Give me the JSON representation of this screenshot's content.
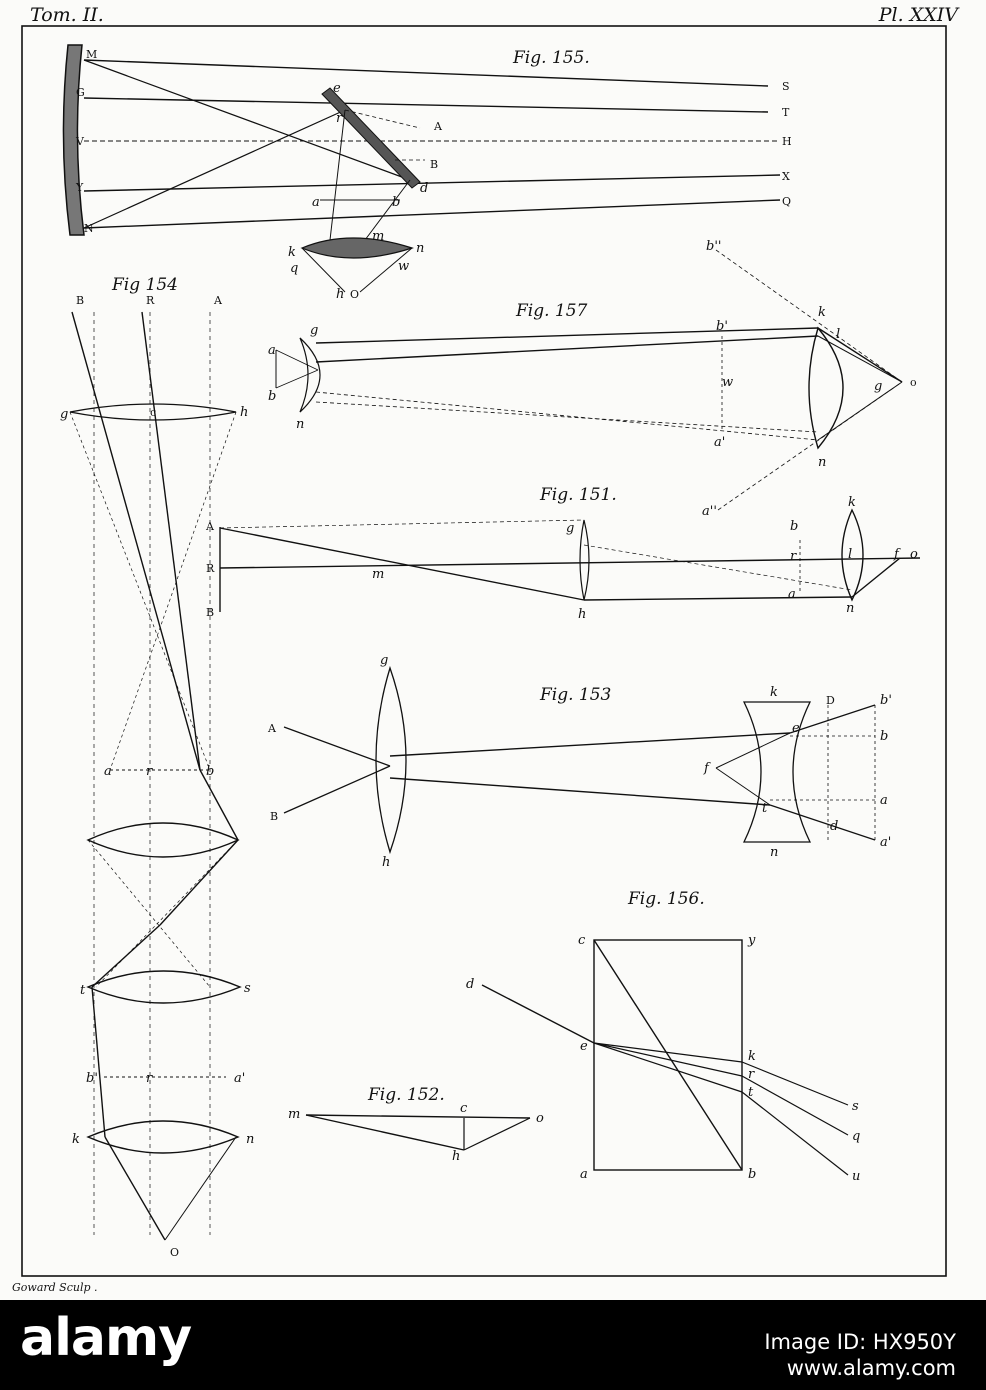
{
  "plate": {
    "header_left": "Tom. II.",
    "header_right": "Pl. XXIV",
    "engraver": "Goward Sculp ."
  },
  "figures": {
    "fig155": {
      "title": "Fig. 155.",
      "labels": [
        "M",
        "G",
        "V",
        "Y",
        "N",
        "S",
        "T",
        "H",
        "X",
        "Q",
        "e",
        "r",
        "A",
        "B",
        "d",
        "a",
        "b",
        "k",
        "n",
        "q",
        "w",
        "m",
        "h",
        "O"
      ]
    },
    "fig154": {
      "title": "Fig 154",
      "labels": [
        "B",
        "R",
        "A",
        "g",
        "c",
        "h",
        "a",
        "r",
        "b",
        "t",
        "s",
        "b'",
        "r",
        "a'",
        "k",
        "n",
        "O"
      ]
    },
    "fig157": {
      "title": "Fig. 157",
      "labels": [
        "b''",
        "g",
        "a",
        "b",
        "n",
        "b'",
        "w",
        "a'",
        "k",
        "l",
        "g",
        "o",
        "n",
        "a''"
      ]
    },
    "fig151": {
      "title": "Fig. 151.",
      "labels": [
        "A",
        "R",
        "B",
        "m",
        "g",
        "h",
        "b",
        "r",
        "a",
        "k",
        "l",
        "f",
        "o",
        "n"
      ]
    },
    "fig153": {
      "title": "Fig. 153",
      "labels": [
        "g",
        "A",
        "B",
        "h",
        "k",
        "D",
        "b'",
        "e",
        "b",
        "f",
        "a",
        "t",
        "d",
        "a'",
        "n"
      ]
    },
    "fig156": {
      "title": "Fig. 156.",
      "labels": [
        "c",
        "y",
        "d",
        "e",
        "k",
        "r",
        "t",
        "s",
        "q",
        "u",
        "a",
        "b"
      ]
    },
    "fig152": {
      "title": "Fig. 152.",
      "labels": [
        "m",
        "c",
        "o",
        "h"
      ]
    }
  },
  "watermark": {
    "brand": "alamy",
    "image_id": "Image ID: HX950Y",
    "url": "www.alamy.com"
  },
  "colors": {
    "ink": "#111111",
    "paper": "#fbfbf9",
    "footer_bg": "#000000",
    "footer_text": "#ffffff"
  }
}
